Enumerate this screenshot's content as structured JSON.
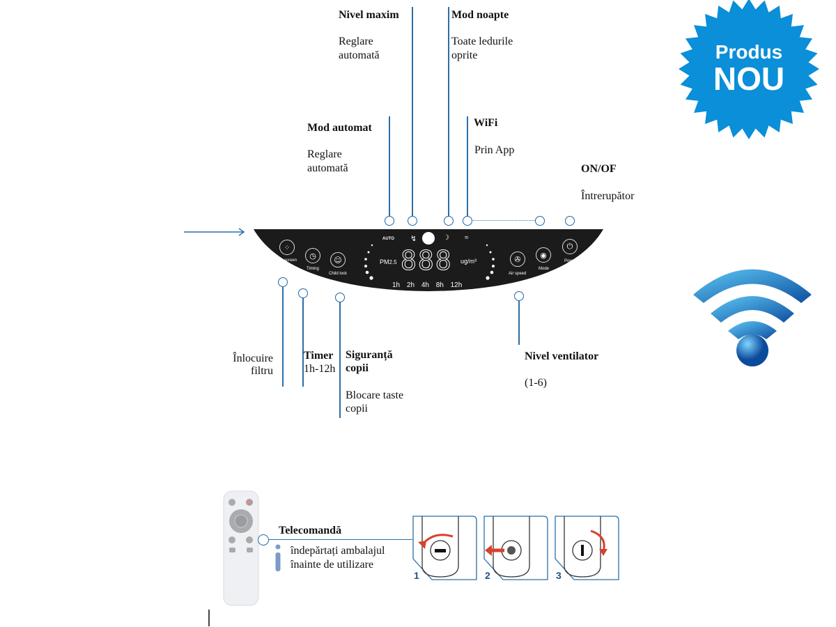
{
  "callouts": {
    "nivel_maxim": {
      "title": "Nivel maxim",
      "desc": [
        "Reglare",
        "automată"
      ]
    },
    "mod_noapte": {
      "title": "Mod noapte",
      "desc": [
        "Toate ledurile",
        "oprite"
      ]
    },
    "mod_automat": {
      "title": "Mod automat",
      "desc": [
        "Reglare",
        "automată"
      ]
    },
    "wifi": {
      "title": "WiFi",
      "desc": "Prin App"
    },
    "on_off": {
      "title": "ON/OF",
      "desc": "Întrerupător"
    },
    "inlocuire_filtru": {
      "desc": [
        "Înlocuire",
        "filtru"
      ]
    },
    "timer": {
      "title": "Timer",
      "desc": "1h-12h"
    },
    "siguranta": {
      "title": [
        "Siguranță",
        "copii"
      ],
      "desc": [
        "Blocare taste",
        "copii"
      ]
    },
    "nivel_ventilator": {
      "title": "Nivel ventilator",
      "desc": "(1-6)"
    }
  },
  "panel": {
    "auto": "AUTO",
    "pm": "PM",
    "pm_sub": "2.5",
    "display": "888",
    "unit": "ug/m³",
    "timers": [
      "1h",
      "2h",
      "4h",
      "8h",
      "12h"
    ],
    "buttons": {
      "filter": "Filter screen",
      "timing": "Timing",
      "child_lock": "Child lock",
      "air_speed": "Air speed",
      "mode": "Mode",
      "power": "Power"
    }
  },
  "badge": {
    "line1": "Produs",
    "line2": "NOU",
    "color": "#0a8fd8"
  },
  "remote": {
    "title": "Telecomandă",
    "note": [
      "îndepărtați ambalajul",
      "înainte de utilizare"
    ],
    "steps": [
      "1",
      "2",
      "3"
    ]
  },
  "colors": {
    "line": "#2a6ea8",
    "panel": "#1b1b1b",
    "arrow": "#d8412a"
  }
}
